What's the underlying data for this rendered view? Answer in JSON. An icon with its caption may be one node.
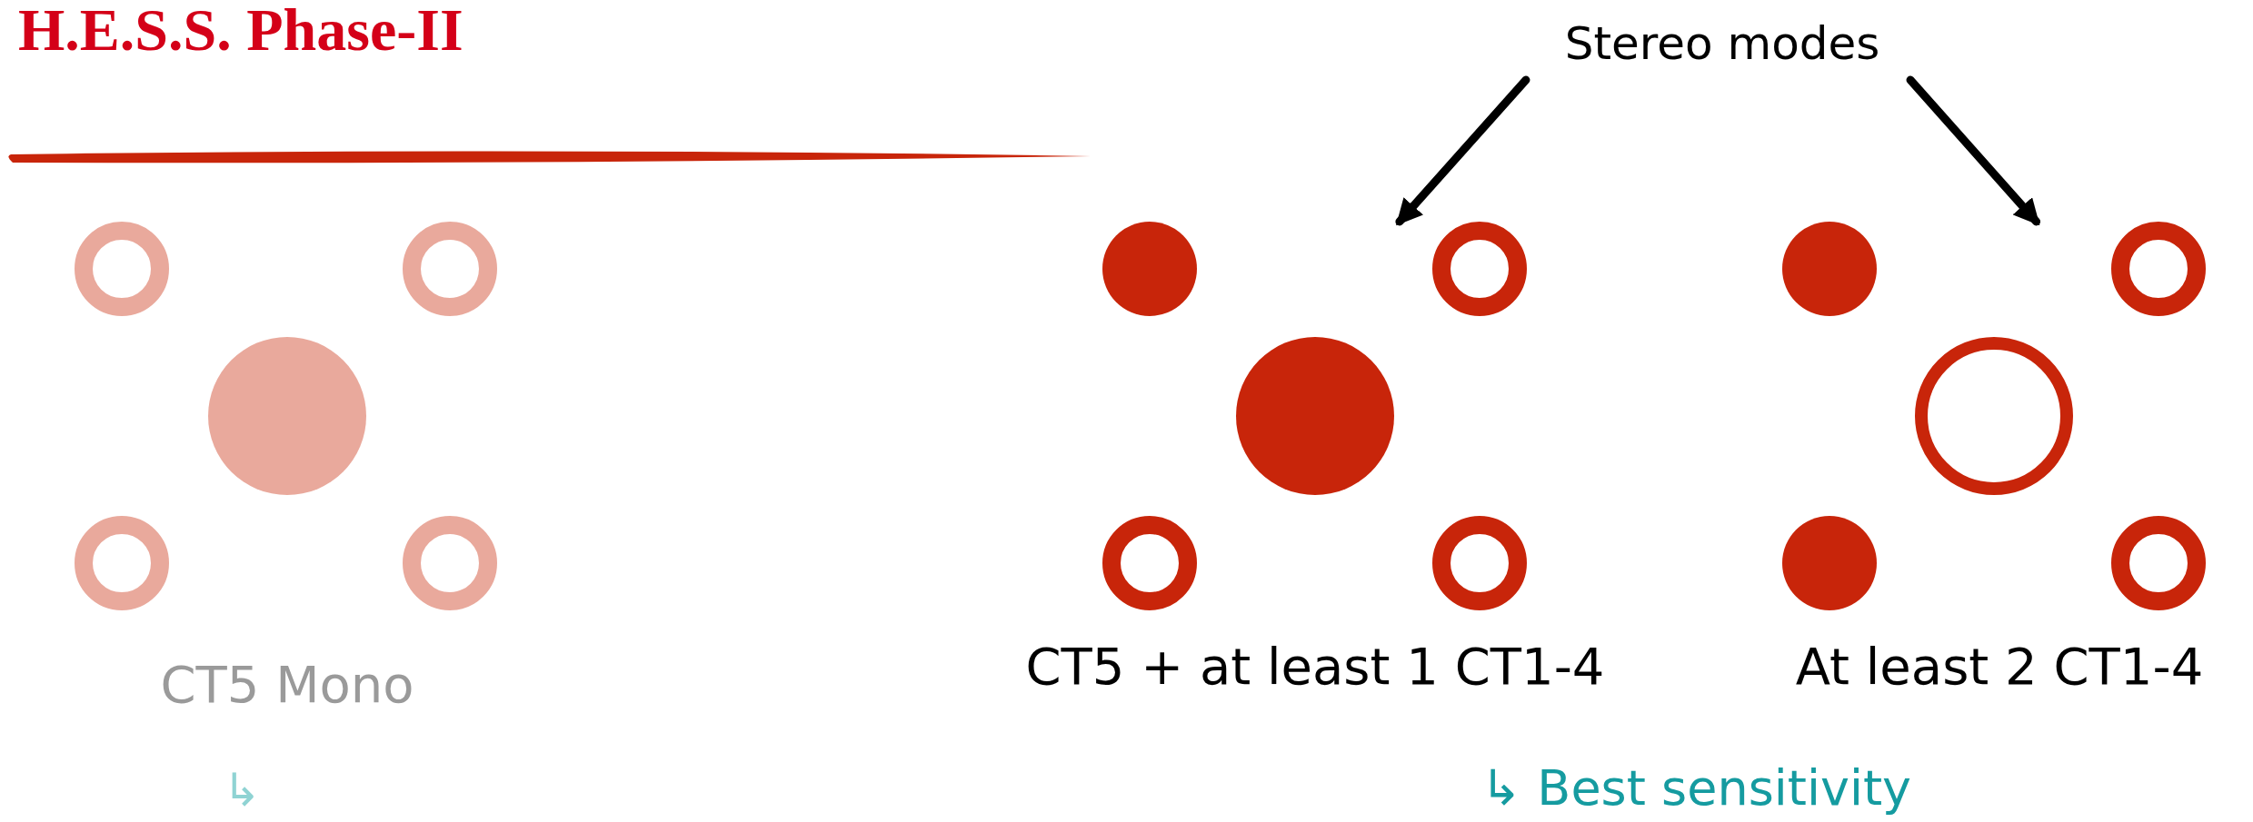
{
  "diagram": {
    "title": "H.E.S.S. Phase-II",
    "nodes": [
      {
        "text": [
          "Stereo modes"
        ]
      },
      {
        "text": [],
        "shape": "bar"
      },
      {
        "text": [],
        "shape": "picture",
        "beside": [
          "CT5 Mono"
        ]
      },
      {
        "text": [],
        "shape": "picture",
        "beside": [
          "CT5 + at least 1 CT1-4"
        ]
      },
      {
        "text": [],
        "shape": "picture",
        "beside": [
          "At least 2 CT1-4"
        ]
      }
    ],
    "edges": [
      {
        "from": 0,
        "to": 3,
        "arrow": "to"
      },
      {
        "from": 0,
        "to": 4,
        "arrow": "to"
      }
    ],
    "labels": [
      "↳",
      "↳ Best sensitivity"
    ]
  }
}
